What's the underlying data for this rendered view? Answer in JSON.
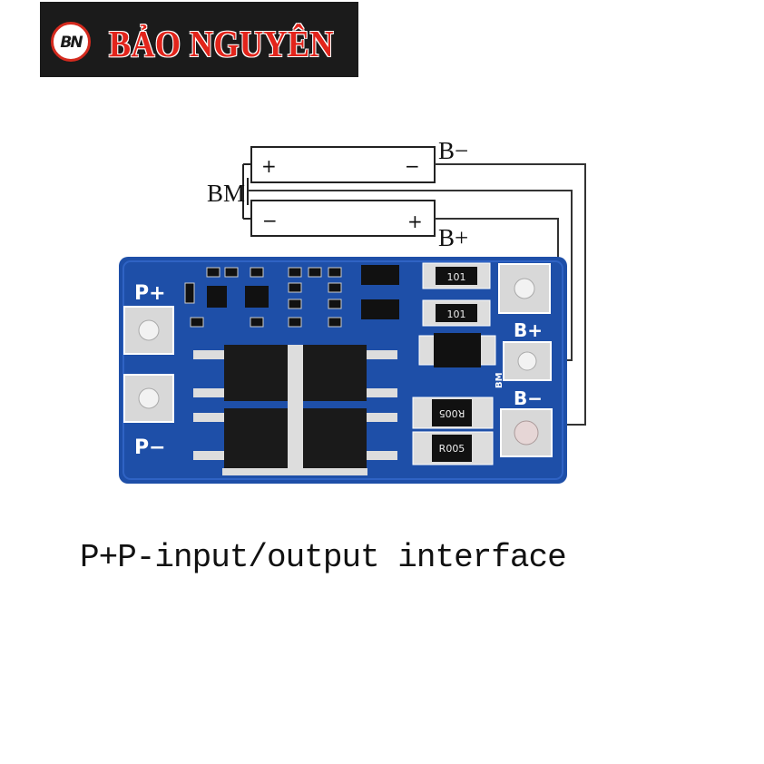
{
  "brand": {
    "logo_monogram": "BN",
    "name": "BẢO NGUYÊN",
    "color": "#e2241b"
  },
  "diagram": {
    "cell1": {
      "plus": "+",
      "minus": "−"
    },
    "cell2": {
      "minus": "−",
      "plus": "+"
    },
    "labels": {
      "b_minus": "B−",
      "b_plus": "B+",
      "bm": "BM"
    }
  },
  "board": {
    "color": "#1e4fa8",
    "pad_labels": {
      "p_plus": "P+",
      "p_minus": "P−",
      "b_plus": "B+",
      "bm": "BM",
      "b_minus": "B−"
    },
    "resistors": [
      "101",
      "101",
      "R005",
      "R005"
    ]
  },
  "caption": "P+P-input/output interface"
}
